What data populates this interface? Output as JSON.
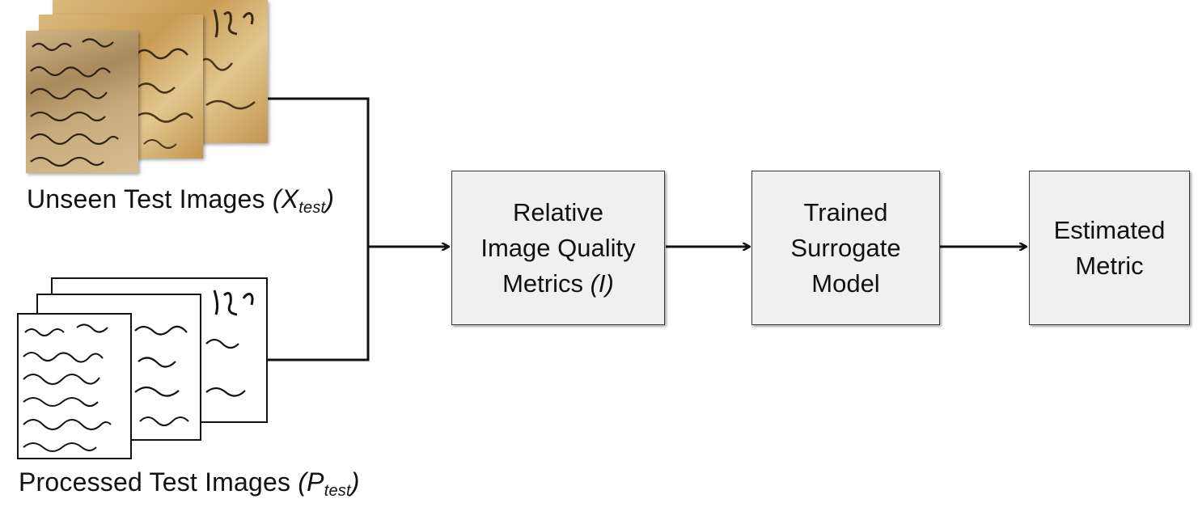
{
  "inputs": {
    "unseen": {
      "label_main": "Unseen Test Images",
      "symbol": "X",
      "subscript": "test"
    },
    "processed": {
      "label_main": "Processed Test Images",
      "symbol": "P",
      "subscript": "test"
    }
  },
  "boxes": {
    "metrics": {
      "line1": "Relative",
      "line2": "Image Quality",
      "line3": "Metrics",
      "symbol": "(I)"
    },
    "surrogate": {
      "line1": "Trained",
      "line2": "Surrogate",
      "line3": "Model"
    },
    "estimate": {
      "line1": "Estimated",
      "line2": "Metric"
    }
  },
  "colors": {
    "box_fill": "#f0f0f0",
    "line": "#111111",
    "parchment": "#c99c55"
  }
}
